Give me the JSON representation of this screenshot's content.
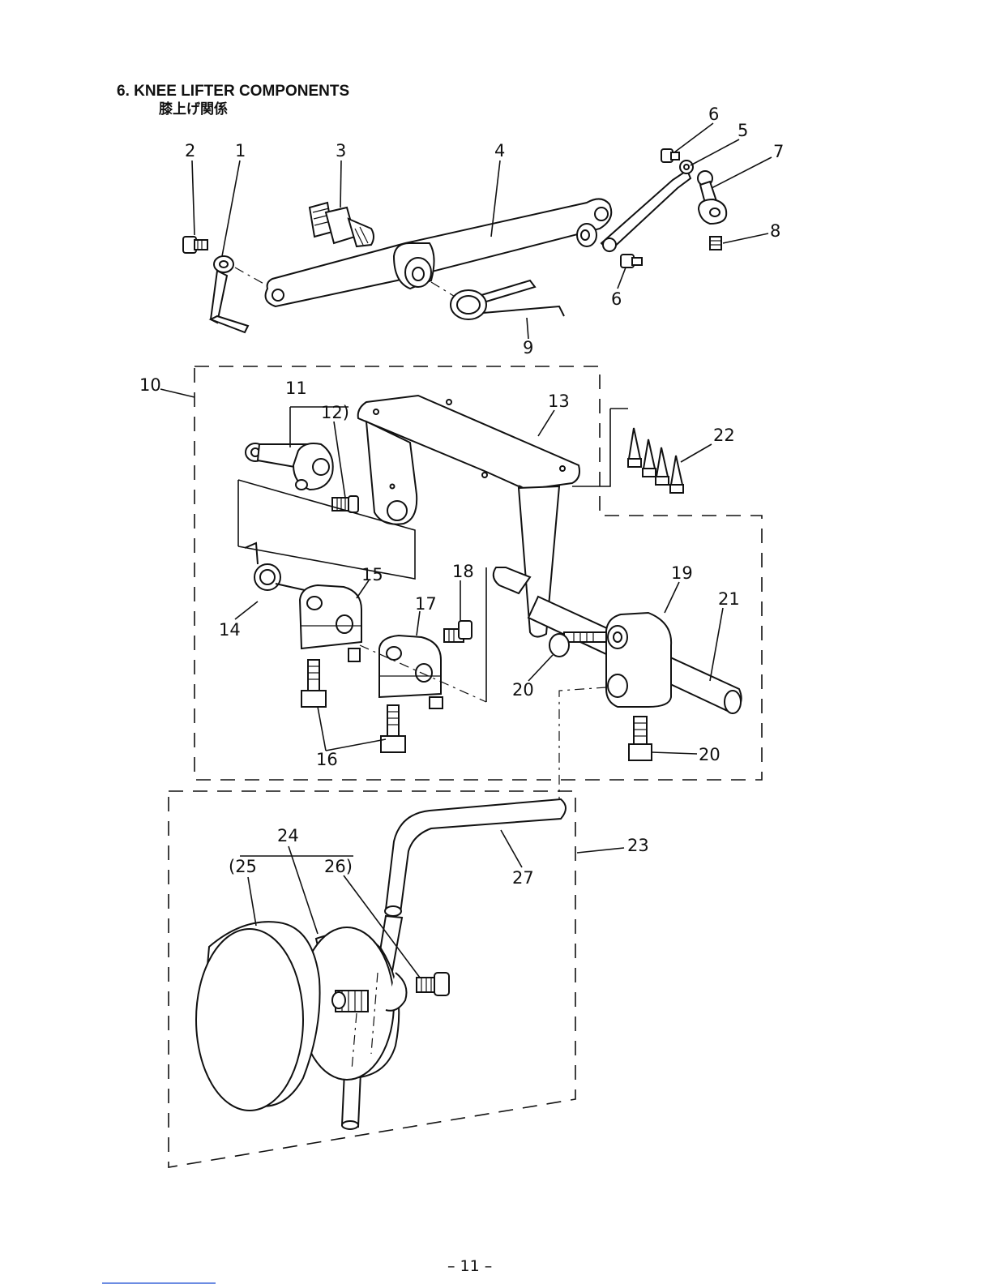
{
  "section": {
    "title": "6.  KNEE LIFTER COMPONENTS",
    "subtitle": "膝上げ関係"
  },
  "callouts": {
    "c1": "1",
    "c2": "2",
    "c3": "3",
    "c4": "4",
    "c5": "5",
    "c6a": "6",
    "c6b": "6",
    "c7": "7",
    "c8": "8",
    "c9": "9",
    "c10": "10",
    "c11": "11",
    "c12": "12)",
    "c13": "13",
    "c14": "14",
    "c15": "15",
    "c16": "16",
    "c17": "17",
    "c18": "18",
    "c19": "19",
    "c20a": "20",
    "c20b": "20",
    "c21": "21",
    "c22": "22",
    "c23": "23",
    "c24": "24",
    "c25": "(25",
    "c26": "26)",
    "c27": "27"
  },
  "footer": {
    "page_number": "– 11 –"
  }
}
